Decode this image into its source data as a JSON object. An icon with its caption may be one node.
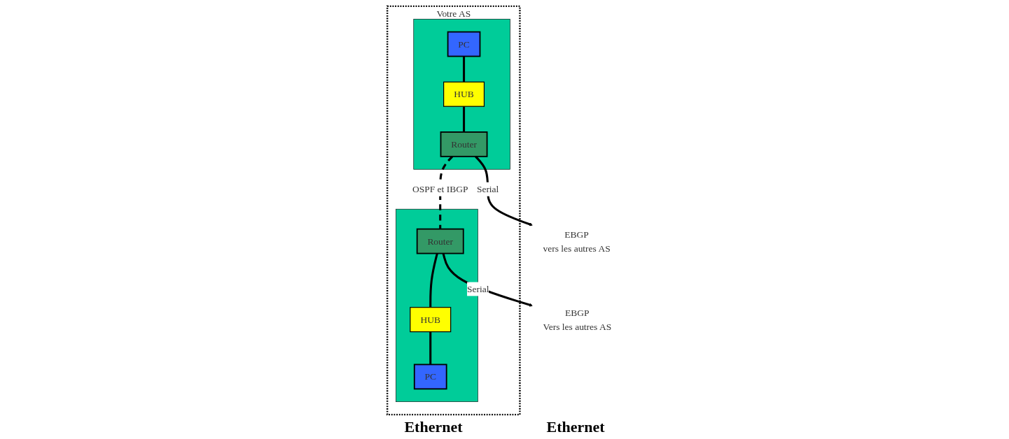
{
  "diagram": {
    "nodes": [
      {
        "text": [
          "Votre AS"
        ]
      },
      {
        "text": [],
        "shape": "box",
        "in": 0
      },
      {
        "text": [
          "HUB"
        ],
        "in": 1
      },
      {
        "text": [
          "PC"
        ],
        "in": 1
      },
      {
        "text": [
          "Router"
        ],
        "in": 1
      },
      {
        "text": [],
        "shape": "box",
        "in": 0
      },
      {
        "text": [
          "HUB"
        ],
        "in": 5
      },
      {
        "text": [
          "Router"
        ],
        "in": 5
      },
      {
        "text": [
          "PC"
        ],
        "in": 5
      },
      {
        "text": [
          "EBGP",
          "vers les autres AS"
        ]
      },
      {
        "text": [
          "EBGP",
          "Vers les autres AS"
        ]
      }
    ],
    "edges": [
      {
        "from": 3,
        "to": 2,
        "arrow": "none"
      },
      {
        "from": 2,
        "to": 4,
        "arrow": "none"
      },
      {
        "from": 4,
        "to": 7,
        "arrow": "none",
        "style": "dashed",
        "label": "OSPF et IBGP"
      },
      {
        "from": 7,
        "to": 6,
        "arrow": "none"
      },
      {
        "from": 6,
        "to": 8,
        "arrow": "none"
      },
      {
        "from": 4,
        "to": 9,
        "arrow": "to",
        "label": "Serial"
      },
      {
        "from": 7,
        "to": 10,
        "arrow": "to",
        "label": "Serial"
      }
    ],
    "labels": [
      "Ethernet",
      "Ethernet"
    ]
  }
}
